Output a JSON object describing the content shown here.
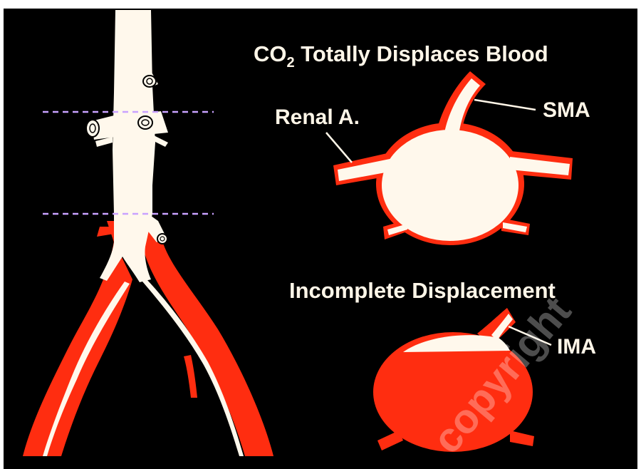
{
  "colors": {
    "background": "#000000",
    "vessel_red": "#ff2d10",
    "co2_white": "#fff8ec",
    "guide_line": "#c9a2ff",
    "label_text": "#fff6e8"
  },
  "labels": {
    "title_co2_prefix": "CO",
    "title_co2_subscript": "2",
    "title_rest": " Totally Displaces Blood",
    "renal": "Renal A.",
    "sma": "SMA",
    "incomplete": "Incomplete Displacement",
    "ima": "IMA",
    "watermark": "copyright"
  },
  "diagram": {
    "top_cross_section_fill": "white (fully displaced)",
    "bottom_cross_section_fill": "red with white top layer (partially displaced)"
  }
}
